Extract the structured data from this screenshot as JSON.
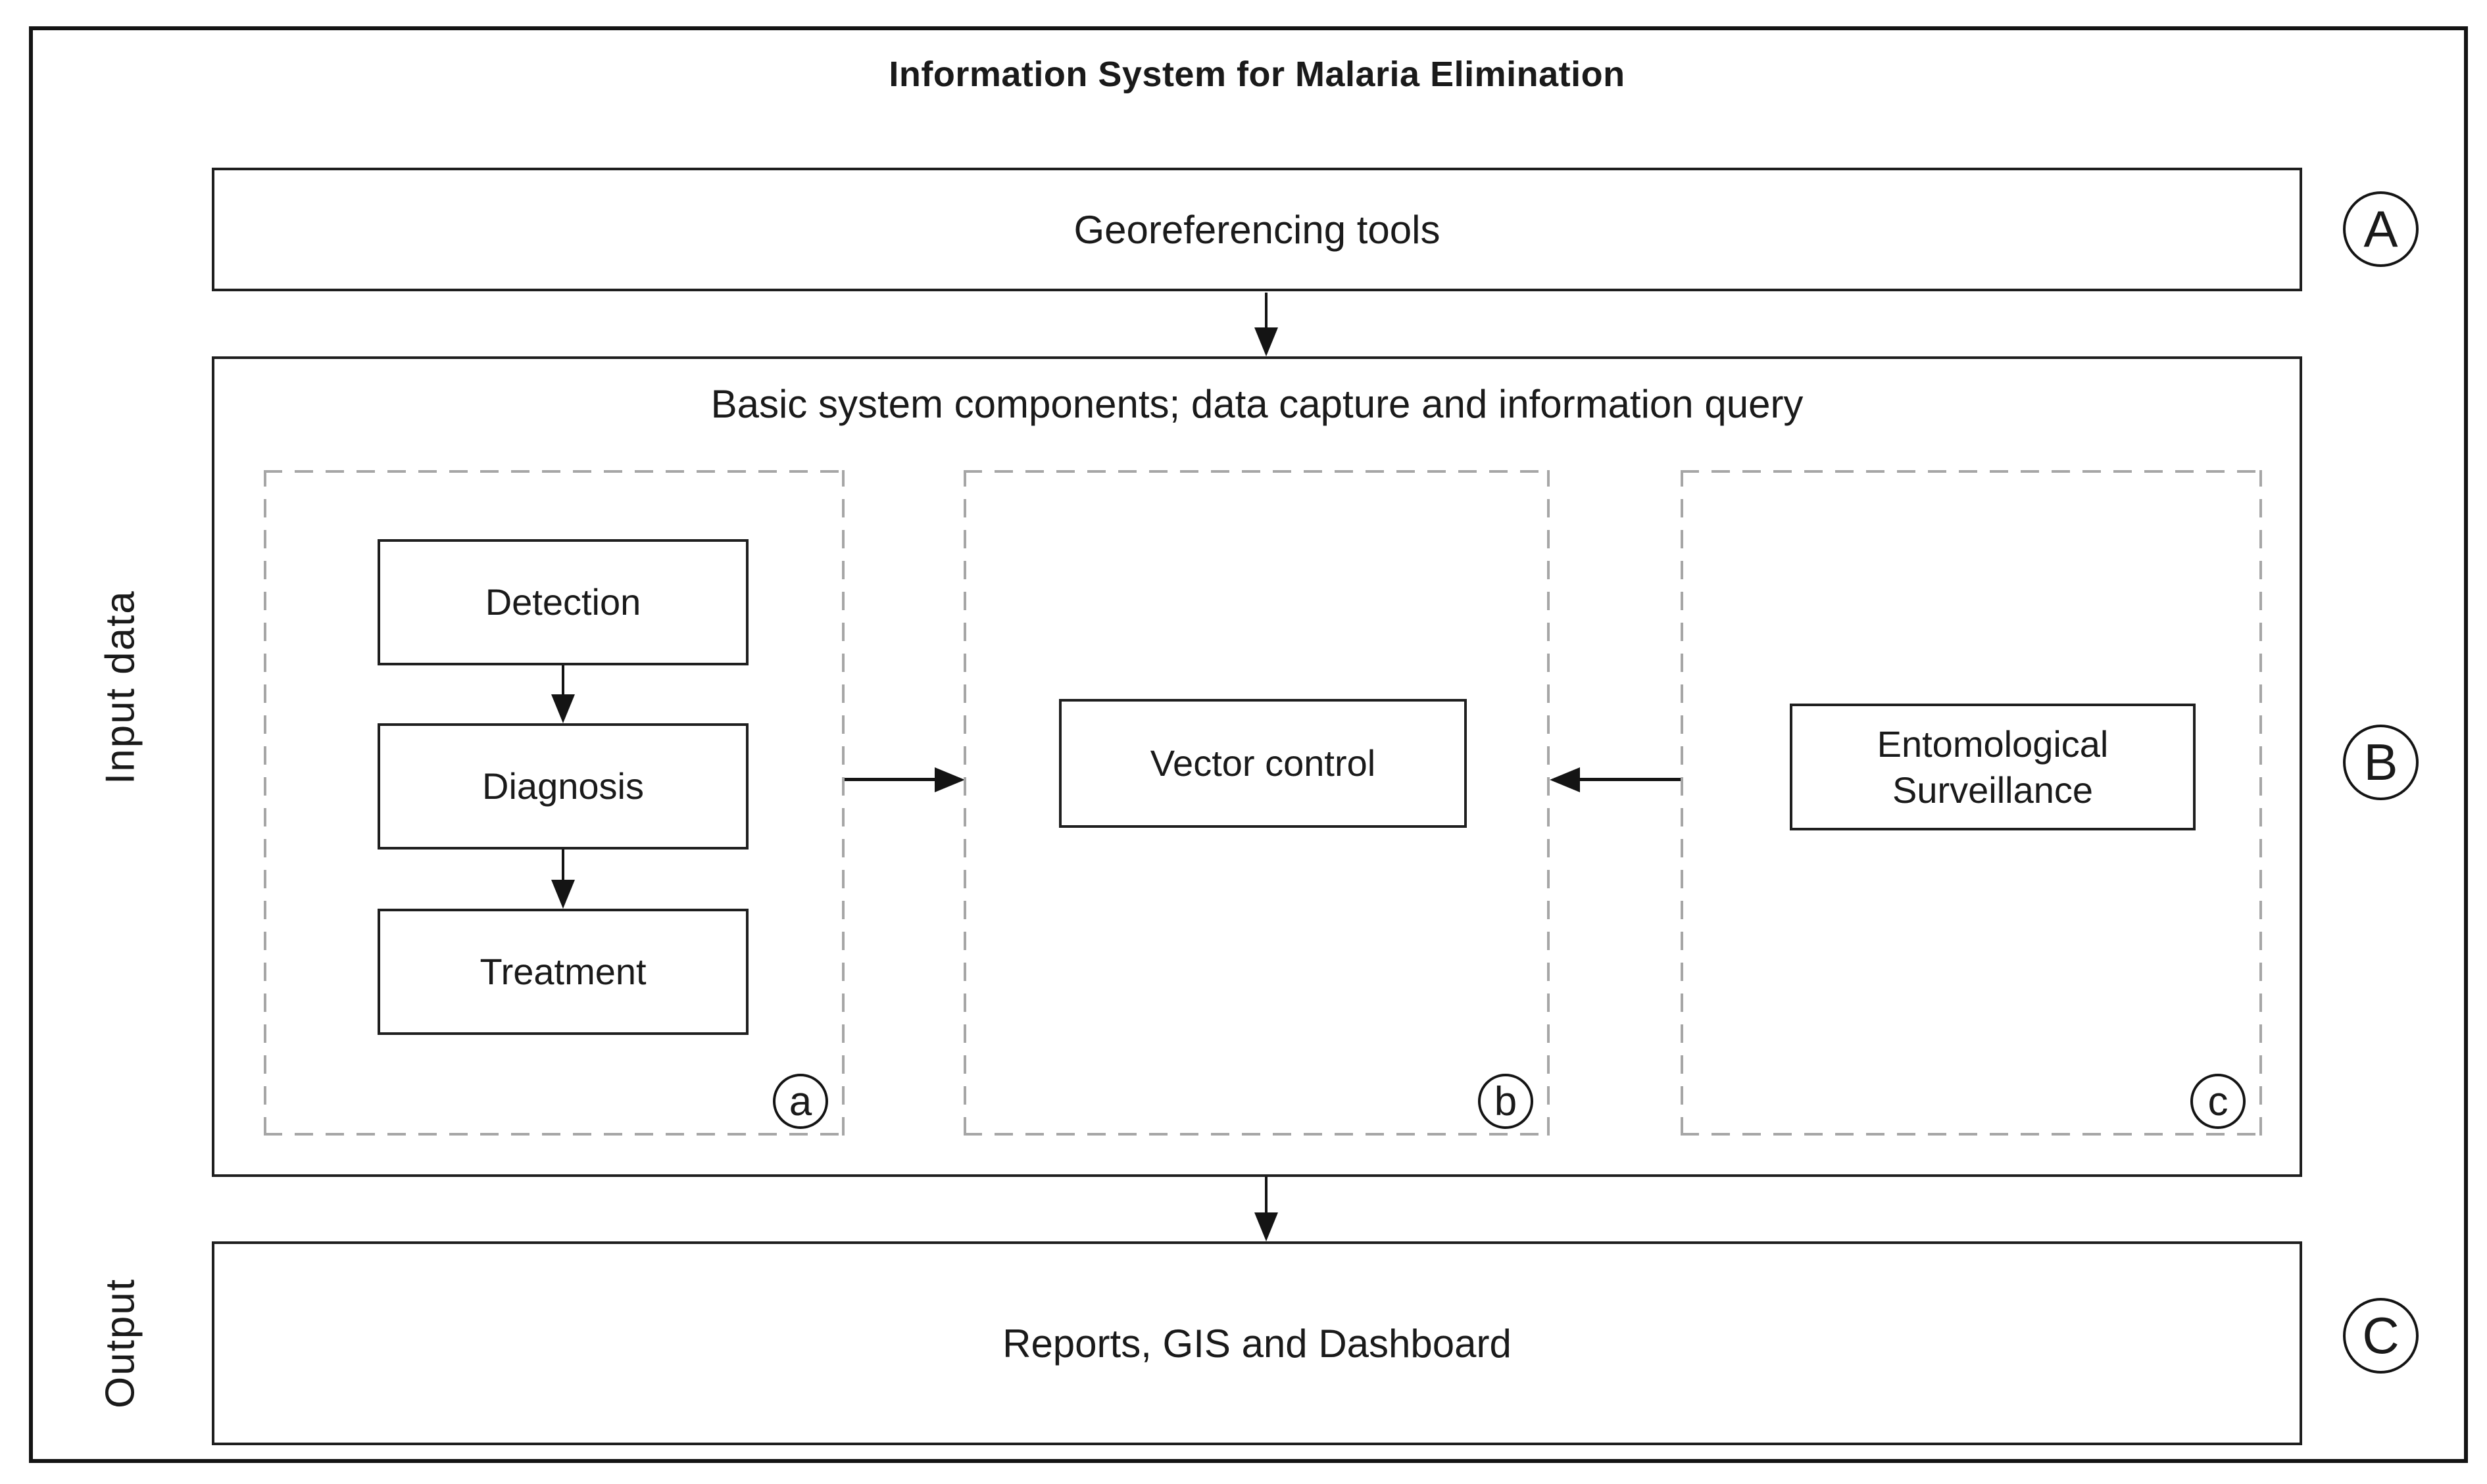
{
  "diagram": {
    "title": "Information System for Malaria Elimination",
    "side_labels": {
      "input": "Input data",
      "output": "Output"
    },
    "layer_a": {
      "label": "Georeferencing tools",
      "badge": "A"
    },
    "layer_b": {
      "title": "Basic system components; data capture and information query",
      "badge": "B",
      "panel_a": {
        "badge": "a",
        "steps": [
          "Detection",
          "Diagnosis",
          "Treatment"
        ]
      },
      "panel_b": {
        "badge": "b",
        "label": "Vector control"
      },
      "panel_c": {
        "badge": "c",
        "label": "Entomological Surveillance"
      }
    },
    "layer_c": {
      "label": "Reports, GIS and Dashboard",
      "badge": "C"
    },
    "colors": {
      "line": "#141414",
      "dashed_border": "#a6a6a6",
      "background": "#ffffff"
    }
  }
}
